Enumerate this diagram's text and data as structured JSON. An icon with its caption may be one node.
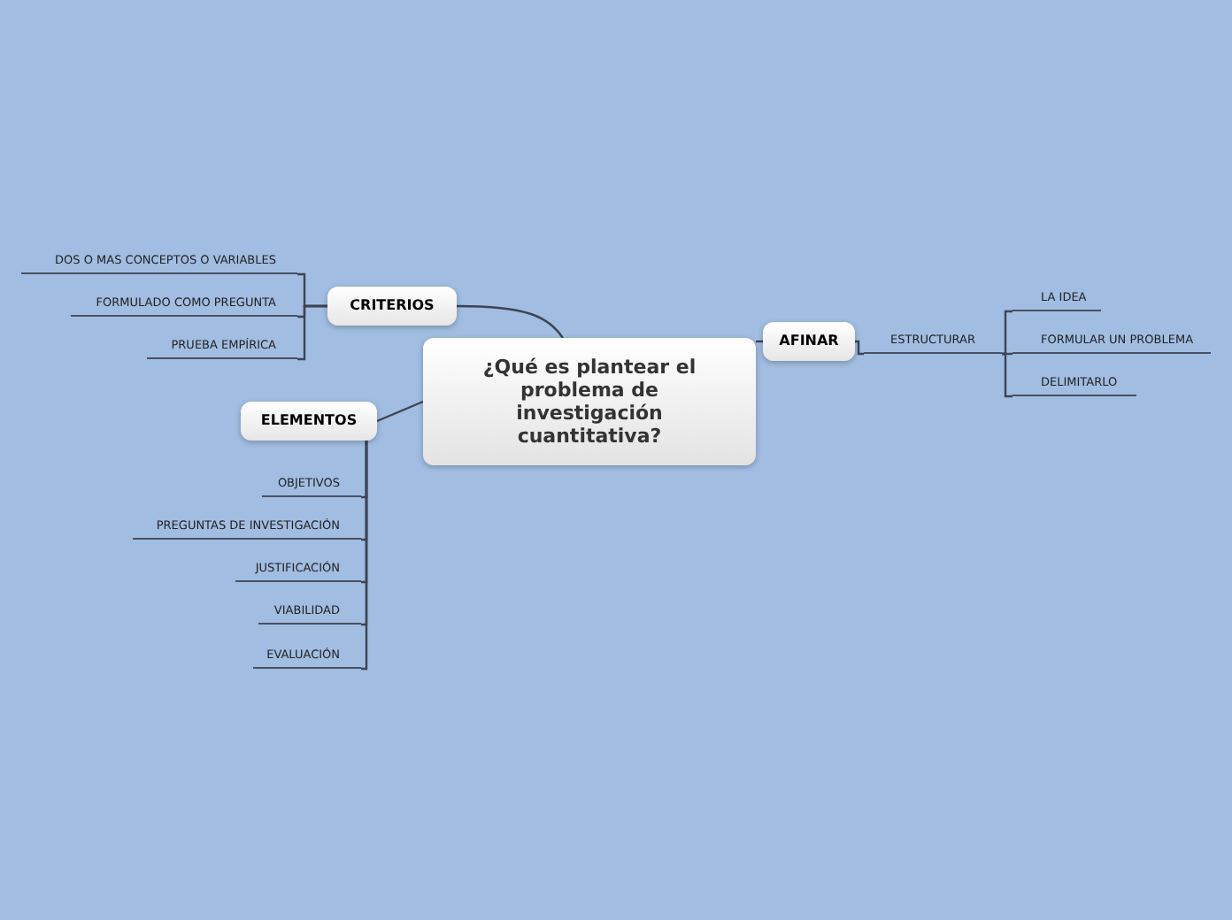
{
  "diagram": {
    "nodes": [
      {
        "text": [
          "¿Qué es plantear el problema de investigación cuantitativa?"
        ]
      },
      {
        "text": [
          "CRITERIOS"
        ]
      },
      {
        "text": [
          "DOS O MAS CONCEPTOS O VARIABLES"
        ]
      },
      {
        "text": [
          "FORMULADO COMO PREGUNTA"
        ]
      },
      {
        "text": [
          "PRUEBA EMPÍRICA"
        ]
      },
      {
        "text": [
          "ELEMENTOS"
        ]
      },
      {
        "text": [
          "OBJETIVOS"
        ]
      },
      {
        "text": [
          "PREGUNTAS DE INVESTIGACIÓN"
        ]
      },
      {
        "text": [
          "JUSTIFICACIÓN"
        ]
      },
      {
        "text": [
          "VIABILIDAD"
        ]
      },
      {
        "text": [
          "EVALUACIÓN"
        ]
      },
      {
        "text": [
          "AFINAR"
        ]
      },
      {
        "text": [
          "ESTRUCTURAR"
        ]
      },
      {
        "text": [
          "LA IDEA"
        ]
      },
      {
        "text": [
          "FORMULAR UN PROBLEMA"
        ]
      },
      {
        "text": [
          "DELIMITARLO"
        ]
      }
    ],
    "edges": [
      {
        "from": 0,
        "to": 1,
        "arrow": "none"
      },
      {
        "from": 1,
        "to": 2,
        "arrow": "none"
      },
      {
        "from": 1,
        "to": 3,
        "arrow": "none"
      },
      {
        "from": 1,
        "to": 4,
        "arrow": "none"
      },
      {
        "from": 0,
        "to": 5,
        "arrow": "none"
      },
      {
        "from": 5,
        "to": 6,
        "arrow": "none"
      },
      {
        "from": 5,
        "to": 7,
        "arrow": "none"
      },
      {
        "from": 5,
        "to": 8,
        "arrow": "none"
      },
      {
        "from": 5,
        "to": 9,
        "arrow": "none"
      },
      {
        "from": 5,
        "to": 10,
        "arrow": "none"
      },
      {
        "from": 0,
        "to": 11,
        "arrow": "none"
      },
      {
        "from": 11,
        "to": 12,
        "arrow": "none"
      },
      {
        "from": 12,
        "to": 13,
        "arrow": "none"
      },
      {
        "from": 12,
        "to": 14,
        "arrow": "none"
      },
      {
        "from": 12,
        "to": 15,
        "arrow": "none"
      }
    ]
  }
}
